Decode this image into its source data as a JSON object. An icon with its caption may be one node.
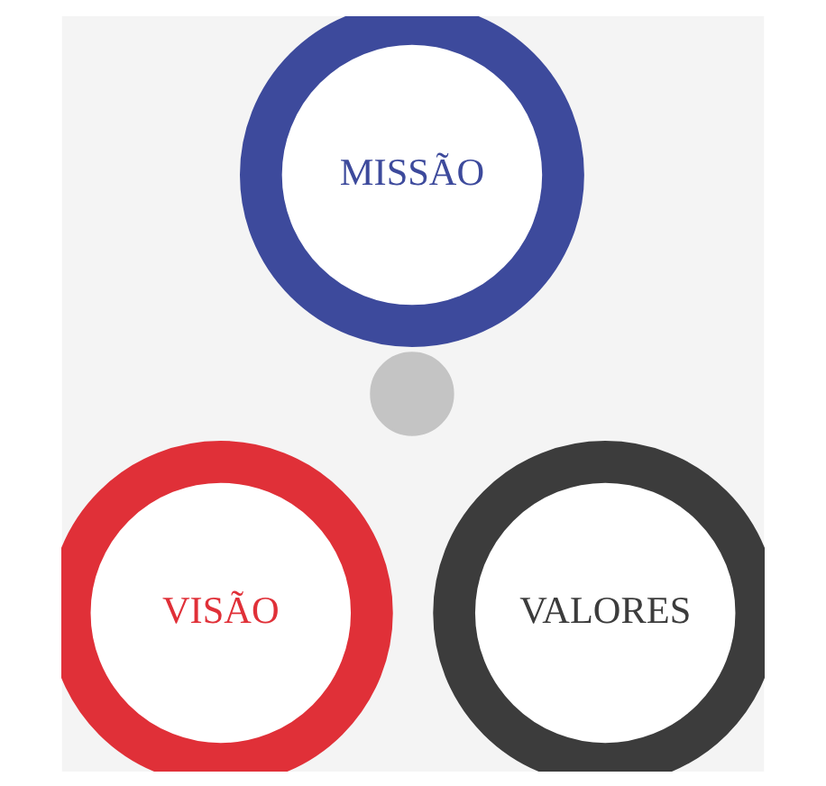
{
  "diagram": {
    "nodes": [
      {
        "text": [
          "MISSÃO"
        ]
      },
      {
        "text": [],
        "shape": "circle"
      },
      {
        "text": [
          "VISÃO"
        ]
      },
      {
        "text": [
          "VALORES"
        ]
      }
    ]
  }
}
